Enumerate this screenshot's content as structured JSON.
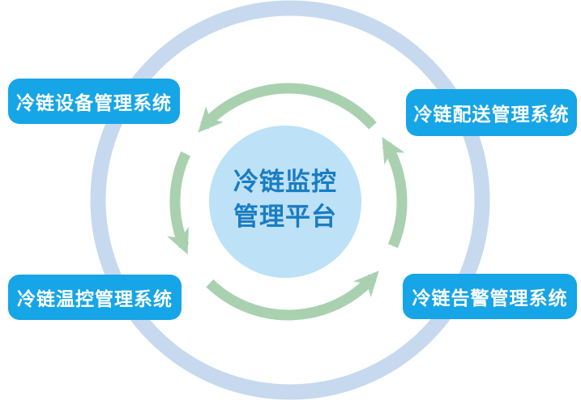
{
  "diagram": {
    "center_node": {
      "line1": "冷链监控",
      "line2": "管理平台"
    },
    "nodes": [
      {
        "id": "equipment-system",
        "label": "冷链设备管理系统",
        "position": "top-left"
      },
      {
        "id": "delivery-system",
        "label": "冷链配送管理系统",
        "position": "top-right"
      },
      {
        "id": "temperature-system",
        "label": "冷链温控管理系统",
        "position": "bottom-left"
      },
      {
        "id": "alarm-system",
        "label": "冷链告警管理系统",
        "position": "bottom-right"
      }
    ],
    "cycle": {
      "direction": "counterclockwise",
      "arrow_count": 4
    },
    "colors": {
      "node_background": "#16a5e6",
      "node_text": "#ffffff",
      "center_circle_fill": "#bde1f6",
      "center_text": "#1a7cc2",
      "outer_ring": "#c6d9ee",
      "arrow_green": "#a9d1b0",
      "page_background": "#ffffff"
    }
  }
}
